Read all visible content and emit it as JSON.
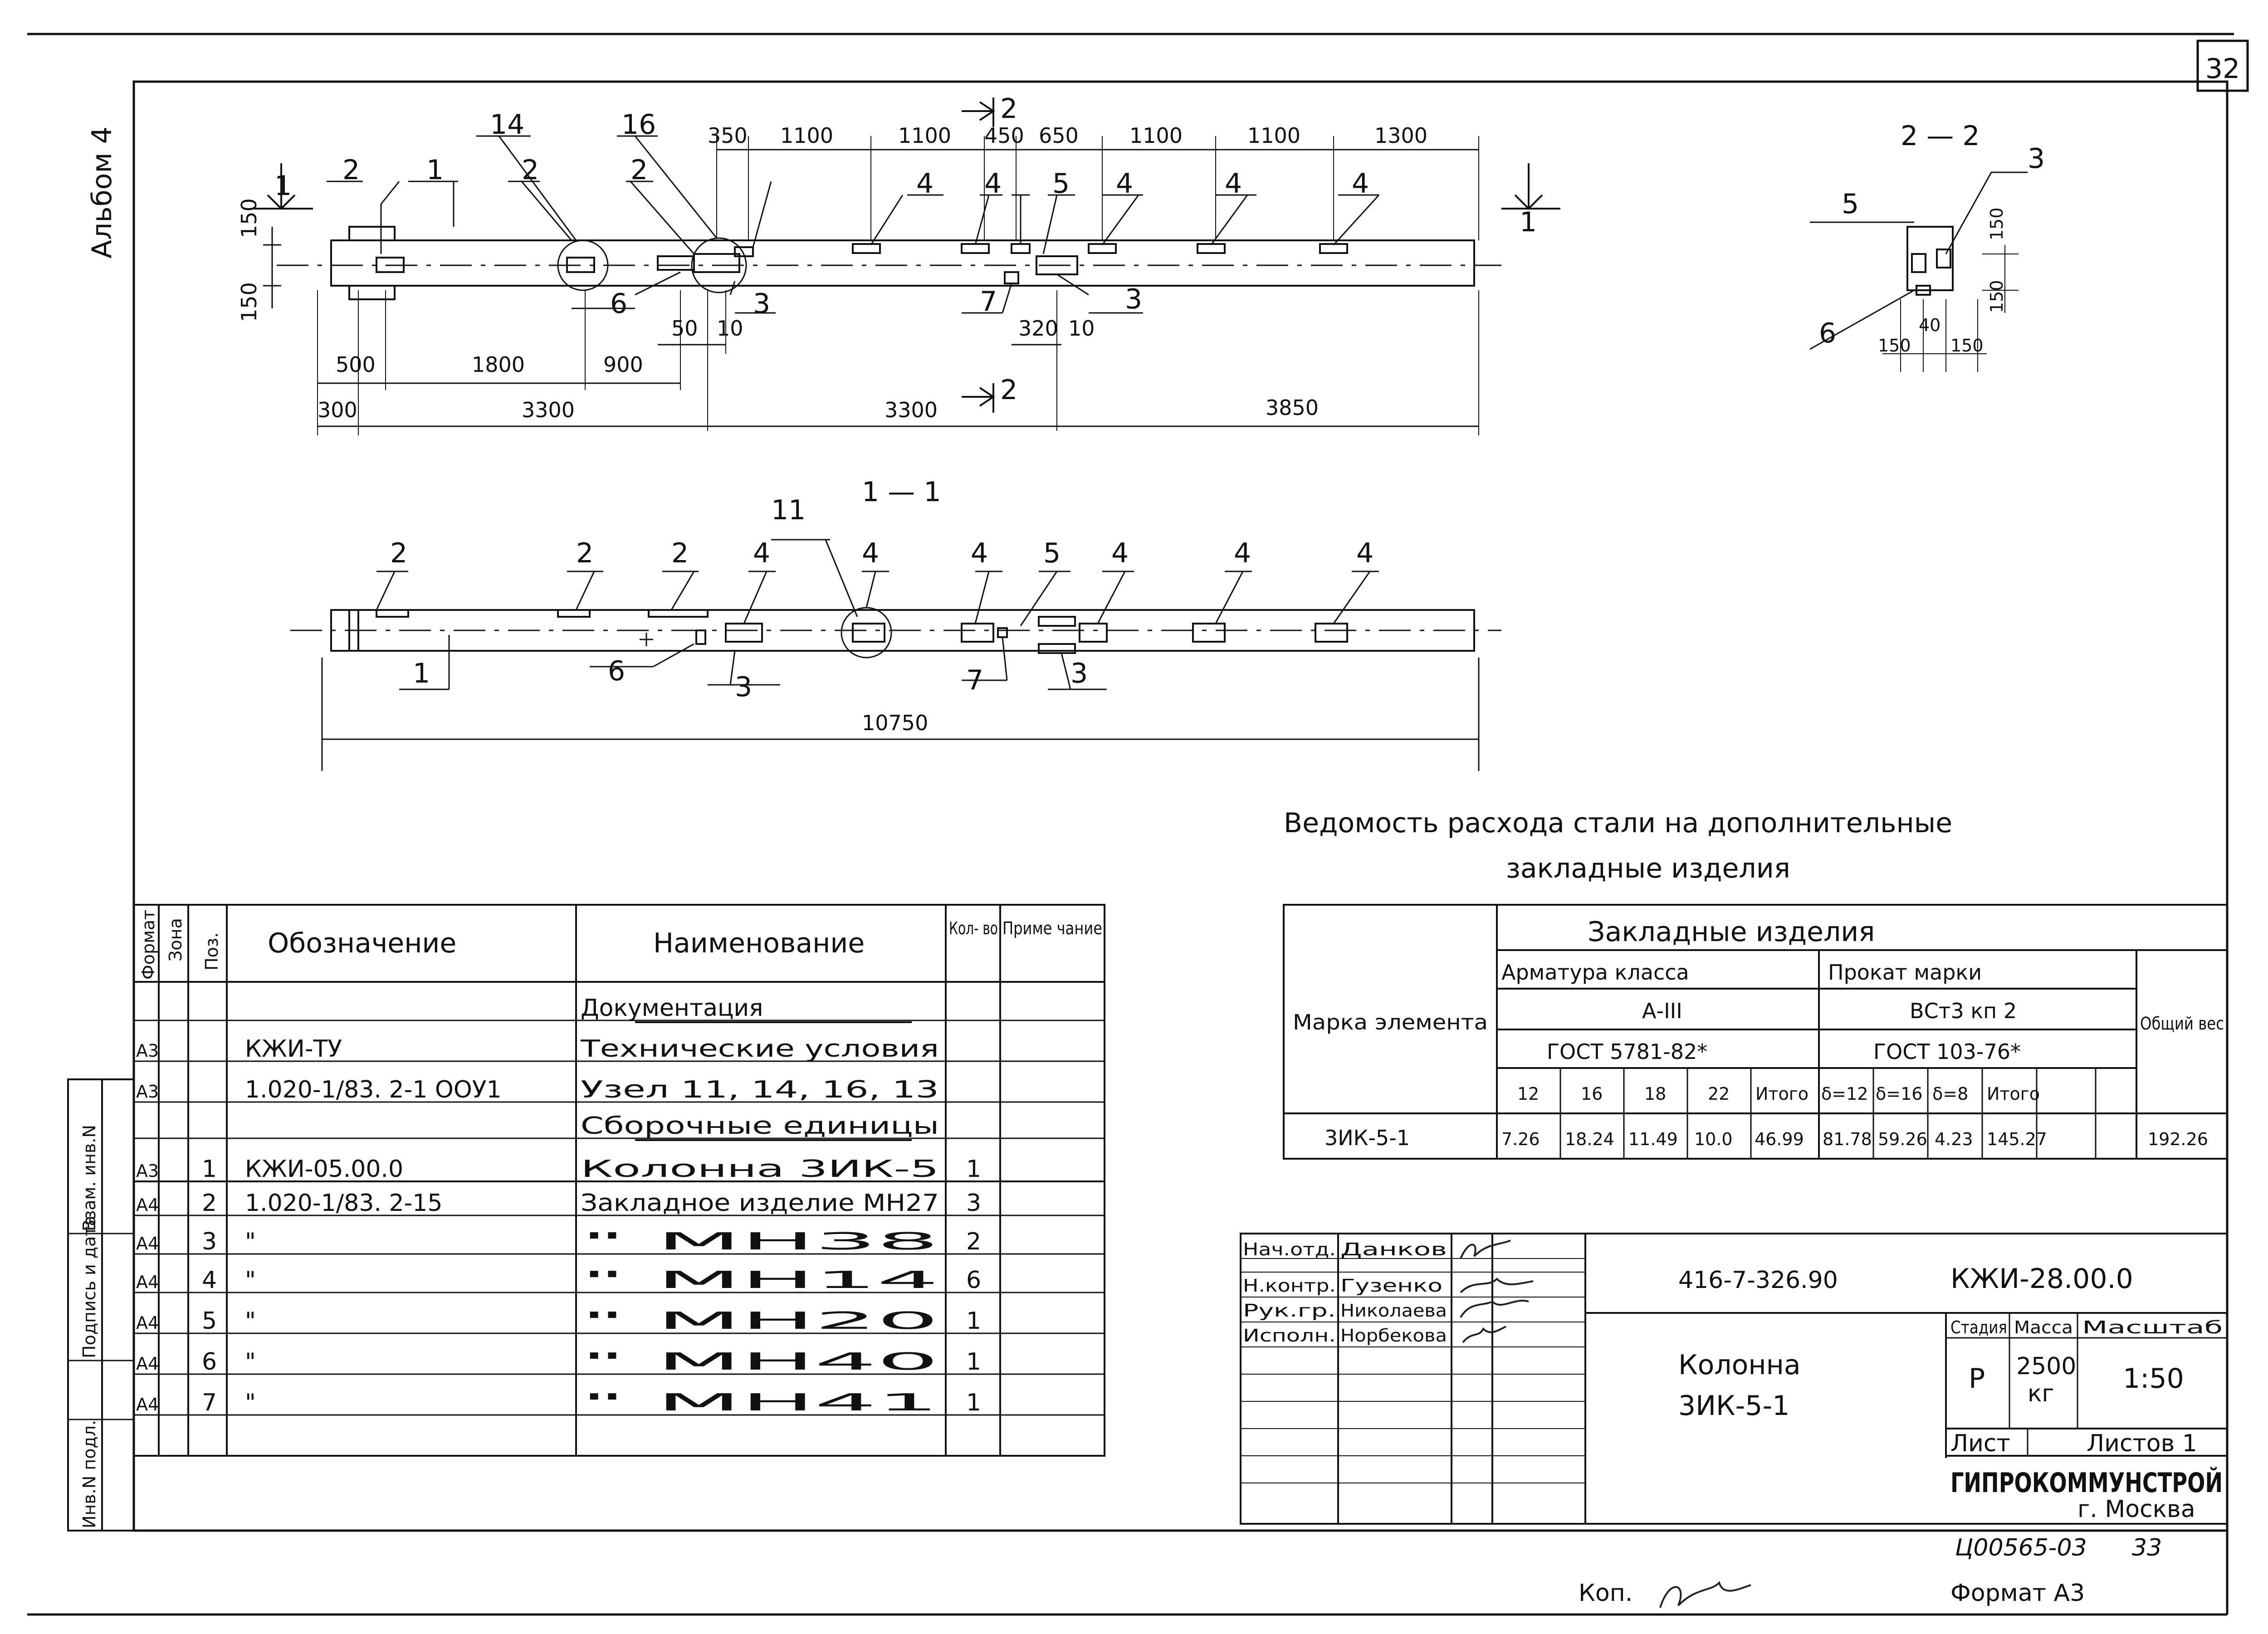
{
  "sheet": {
    "page_number": "32",
    "album": "Альбом 4",
    "copy_note": "Коп.",
    "format": "Формат А3",
    "archive_number": "Ц00565-03",
    "archive_page": "33"
  },
  "plan": {
    "section_marks": [
      "1",
      "1",
      "2",
      "2"
    ],
    "pos_labels": [
      "2",
      "1",
      "2",
      "14",
      "2",
      "16",
      "4",
      "4",
      "4",
      "5",
      "4",
      "4",
      "4",
      "6",
      "3",
      "7",
      "3"
    ],
    "dims_top": [
      "350",
      "1100",
      "1100",
      "450",
      "650",
      "1100",
      "1100",
      "1300"
    ],
    "dims_bottom_small": [
      "500",
      "1800",
      "900",
      "50",
      "10",
      "320",
      "10"
    ],
    "dims_bottom_main": [
      "300",
      "3300",
      "3300",
      "3850"
    ],
    "dims_side": [
      "150",
      "150"
    ]
  },
  "section_22": {
    "title": "2 — 2",
    "labels": [
      "5",
      "3",
      "6"
    ],
    "dims": [
      "150",
      "150",
      "40",
      "150",
      "150"
    ]
  },
  "section_11": {
    "title": "1 — 1",
    "labels": [
      "2",
      "2",
      "2",
      "4",
      "11",
      "4",
      "4",
      "5",
      "4",
      "4",
      "4",
      "1",
      "6",
      "3",
      "7",
      "3"
    ],
    "total_length": "10750"
  },
  "steel_table": {
    "title_line1": "Ведомость расхода стали на дополнительные",
    "title_line2": "закладные изделия",
    "header_main": "Закладные изделия",
    "mark_header": "Марка элемента",
    "rebar_class": "Арматура класса",
    "rebar_grade": "А-III",
    "rebar_gost": "ГОСТ 5781-82*",
    "rolled": "Прокат марки",
    "rolled_grade": "ВСт3 кп 2",
    "rolled_gost": "ГОСТ 103-76*",
    "total_weight": "Общий вес",
    "cols": [
      "12",
      "16",
      "18",
      "22",
      "Итого",
      "δ=12",
      "δ=16",
      "δ=8",
      "Итого"
    ],
    "row": {
      "mark": "3ИК-5-1",
      "values": [
        "7.26",
        "18.24",
        "11.49",
        "10.0",
        "46.99",
        "81.78",
        "59.26",
        "4.23",
        "145.27"
      ],
      "total": "192.26"
    }
  },
  "spec_table": {
    "headers": [
      "Формат",
      "Зона",
      "Поз.",
      "Обозначение",
      "Наименование",
      "Кол-во",
      "Примечание"
    ],
    "header_labels": {
      "format": "Формат",
      "zone": "Зона",
      "pos": "Поз.",
      "designation": "Обозначение",
      "name": "Наименование",
      "qty": "Кол- во",
      "note": "Приме чание"
    },
    "rows": [
      {
        "fmt": "",
        "pos": "",
        "des": "",
        "name": "Документация",
        "qty": "",
        "underline": true
      },
      {
        "fmt": "А3",
        "pos": "",
        "des": "КЖИ-ТУ",
        "name": "Технические условия",
        "qty": ""
      },
      {
        "fmt": "А3",
        "pos": "",
        "des": "1.020-1/83. 2-1 ООУ1",
        "name": "Узел 11, 14, 16, 13",
        "qty": ""
      },
      {
        "fmt": "",
        "pos": "",
        "des": "",
        "name": "Сборочные единицы",
        "qty": "",
        "underline": true
      },
      {
        "fmt": "А3",
        "pos": "1",
        "des": "КЖИ-05.00.0",
        "name": "Колонна 3ИК-5",
        "qty": "1"
      },
      {
        "fmt": "А4",
        "pos": "2",
        "des": "1.020-1/83. 2-15",
        "name": "Закладное изделие МН27",
        "qty": "3"
      },
      {
        "fmt": "А4",
        "pos": "3",
        "des": "\"",
        "name": "\"          МН38",
        "qty": "2"
      },
      {
        "fmt": "А4",
        "pos": "4",
        "des": "\"",
        "name": "\"          МН14",
        "qty": "6"
      },
      {
        "fmt": "А4",
        "pos": "5",
        "des": "\"",
        "name": "\"          МН20",
        "qty": "1"
      },
      {
        "fmt": "А4",
        "pos": "6",
        "des": "\"",
        "name": "\"          МН40",
        "qty": "1"
      },
      {
        "fmt": "А4",
        "pos": "7",
        "des": "\"",
        "name": "\"          МН41",
        "qty": "1"
      }
    ]
  },
  "side_stamp": [
    "Инв.N подл.",
    "Подпись и дата",
    "Взам. инв.N"
  ],
  "title_block": {
    "roles": [
      {
        "role": "Нач.отд.",
        "name": "Данков"
      },
      {
        "role": "Н.контр.",
        "name": "Гузенко"
      },
      {
        "role": "Рук.гр.",
        "name": "Николаева"
      },
      {
        "role": "Исполн.",
        "name": "Норбекова"
      }
    ],
    "project_code": "416-7-326.90",
    "doc_code": "КЖИ-28.00.0",
    "title_line1": "Колонна",
    "title_line2": "3ИК-5-1",
    "stage_label": "Стадия",
    "mass_label": "Масса",
    "scale_label": "Масштаб",
    "stage": "Р",
    "mass": "2500",
    "mass_unit": "кг",
    "scale": "1:50",
    "sheet_label": "Лист",
    "sheets_label": "Листов 1",
    "org": "ГИПРОКОММУНСТРОЙ",
    "city": "г. Москва"
  }
}
